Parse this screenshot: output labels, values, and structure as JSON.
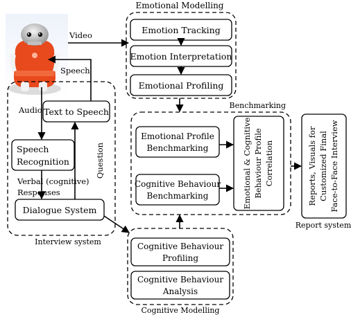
{
  "groups": {
    "emotional_modelling": "Emotional Modelling",
    "benchmarking": "Benchmarking",
    "interview_system": "Interview system",
    "cognitive_modelling": "Cognitive Modelling",
    "report_system": "Report system"
  },
  "boxes": {
    "emotion_tracking": "Emotion Tracking",
    "emotion_interpretation": "Emotion Interpretation",
    "emotional_profiling": "Emotional Profiling",
    "emotional_profile_benchmarking": [
      "Emotional Profile",
      "Benchmarking"
    ],
    "cognitive_behaviour_benchmarking": [
      "Cognitive Behaviour",
      "Benchmarking"
    ],
    "correlation": [
      "Emotional & Cognitive",
      "Behaviour Profile",
      "Correlation"
    ],
    "reports": [
      "Reports, Visuals for",
      "Customized Final",
      "Face-to-Face Interview"
    ],
    "text_to_speech": "Text to Speech",
    "speech_recognition": [
      "Speech",
      "Recognition"
    ],
    "dialogue_system": "Dialogue System",
    "cognitive_behaviour_profiling": [
      "Cognitive Behaviour",
      "Profiling"
    ],
    "cognitive_behaviour_analysis": [
      "Cognitive Behaviour",
      "Analysis"
    ]
  },
  "edge_labels": {
    "video": "Video",
    "speech": "Speech",
    "audio": "Audio",
    "question": "Question",
    "verbal": [
      "Verbal (cognitive)",
      "Responses"
    ]
  },
  "robot": "robot-photo"
}
